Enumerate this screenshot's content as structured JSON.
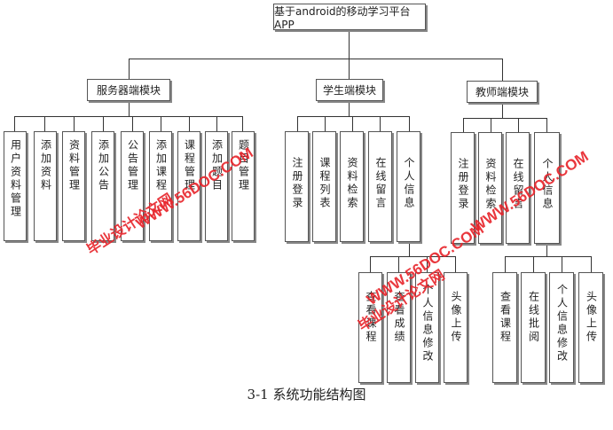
{
  "root": {
    "label": "基于android的移动学习平台APP"
  },
  "modules": {
    "server": {
      "label": "服务器端模块",
      "children": [
        "用户资料管理",
        "添加资料",
        "资料管理",
        "添加公告",
        "公告管理",
        "添加课程",
        "课程管理",
        "添加题目",
        "题目管理"
      ]
    },
    "student": {
      "label": "学生端模块",
      "children": [
        "注册登录",
        "课程列表",
        "资料检索",
        "在线留言",
        "个人信息"
      ],
      "sub_children": [
        "查看课程",
        "查看成绩",
        "个人信息修改",
        "头像上传"
      ]
    },
    "teacher": {
      "label": "教师端模块",
      "children": [
        "注册登录",
        "资料检索",
        "在线留言",
        "个人信息"
      ],
      "sub_children": [
        "查看课程",
        "在线批阅",
        "个人信息修改",
        "头像上传"
      ]
    }
  },
  "watermarks": [
    "WWW.56DOC.COM",
    "毕业设计论文网"
  ],
  "caption": "3-1 系统功能结构图"
}
